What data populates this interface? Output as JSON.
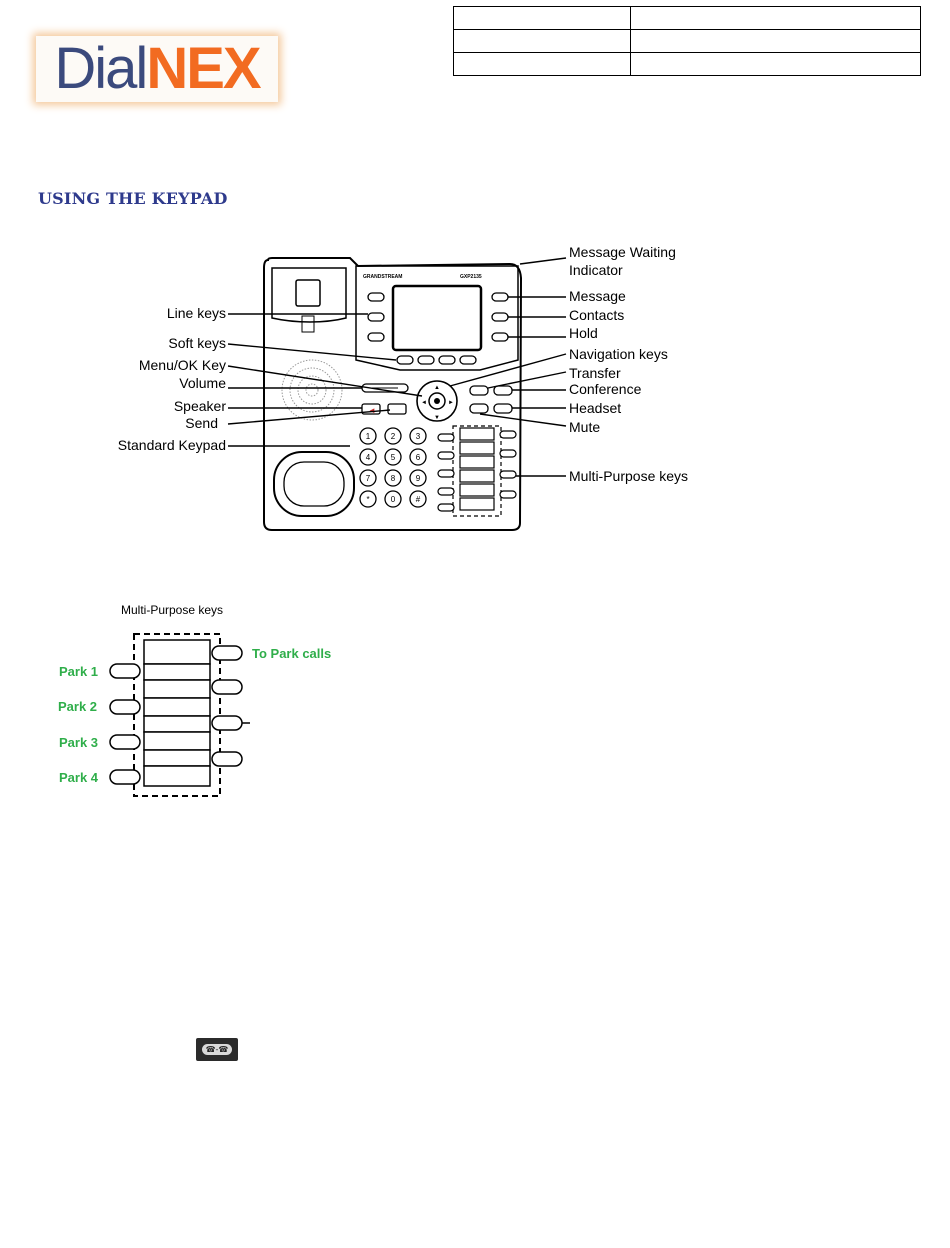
{
  "logo": {
    "part1": "Dial",
    "part2": "NEX"
  },
  "header_table": {
    "rows": [
      [
        "",
        ""
      ],
      [
        "",
        ""
      ],
      [
        "",
        ""
      ]
    ]
  },
  "section_title": "USING THE KEYPAD",
  "phone_diagram": {
    "brand": "GRANDSTREAM",
    "model": "GXP2135",
    "left_labels": {
      "line_keys": "Line keys",
      "soft_keys": "Soft keys",
      "menu_ok": "Menu/OK Key",
      "volume": "Volume",
      "speaker": "Speaker",
      "send": "Send",
      "standard_keypad": "Standard Keypad"
    },
    "right_labels": {
      "mwi_line1": "Message Waiting",
      "mwi_line2": "Indicator",
      "message": "Message",
      "contacts": "Contacts",
      "hold": "Hold",
      "navigation": "Navigation keys",
      "transfer": "Transfer",
      "conference": "Conference",
      "headset": "Headset",
      "mute": "Mute",
      "multi_purpose": "Multi-Purpose keys"
    },
    "keypad": [
      "1",
      "2",
      "3",
      "4",
      "5",
      "6",
      "7",
      "8",
      "9",
      "*",
      "0",
      "#"
    ]
  },
  "multi_purpose_caption": "Multi-Purpose keys",
  "park_diagram": {
    "to_park": "To Park calls",
    "park1": "Park 1",
    "park2": "Park 2",
    "park3": "Park 3",
    "park4": "Park 4",
    "label_color": "#2fae4a"
  },
  "transfer_icon": {
    "glyph": "☎-☎"
  }
}
